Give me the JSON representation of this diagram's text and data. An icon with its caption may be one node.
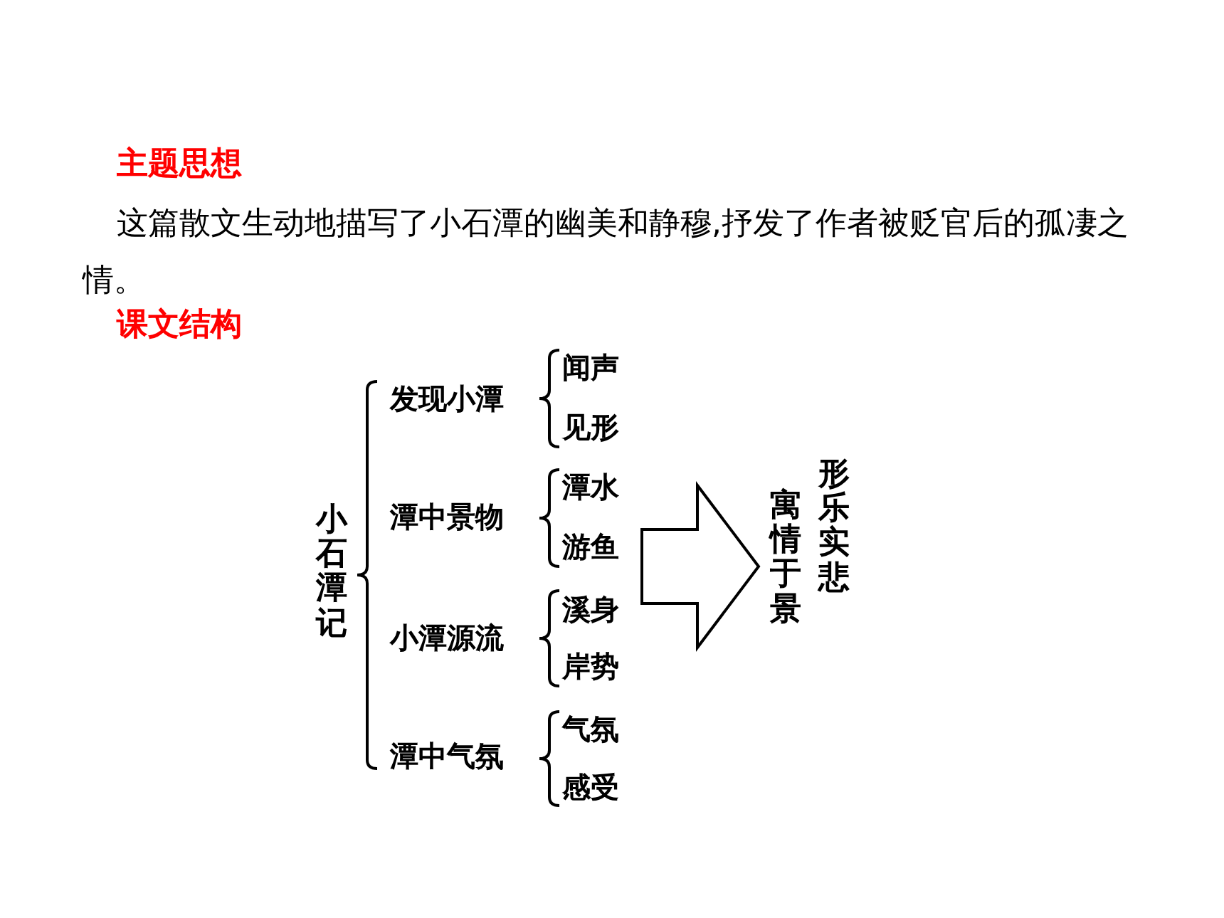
{
  "diagram": {
    "nodes": [
      {
        "text": [
          "小石潭记"
        ]
      },
      {
        "text": [
          "发现小潭"
        ]
      },
      {
        "text": [
          "潭中景物"
        ]
      },
      {
        "text": [
          "小潭源流"
        ]
      },
      {
        "text": [
          "潭中气氛"
        ]
      },
      {
        "text": [
          "闻声"
        ]
      },
      {
        "text": [
          "见形"
        ]
      },
      {
        "text": [
          "潭水"
        ]
      },
      {
        "text": [
          "游鱼"
        ]
      },
      {
        "text": [
          "溪身"
        ]
      },
      {
        "text": [
          "岸势"
        ]
      },
      {
        "text": [
          "气氛"
        ]
      },
      {
        "text": [
          "感受"
        ]
      },
      {
        "text": [
          "寓情于景"
        ]
      },
      {
        "text": [
          "形乐实悲"
        ]
      }
    ],
    "edges": [
      {
        "from": null,
        "to": 13,
        "arrow": "to",
        "style": "thick"
      }
    ],
    "labels": [
      "主题思想",
      "这篇散文生动地描写了小石潭的幽美和静穆,抒发了作者被贬官后的孤凄之情。",
      "课文结构"
    ]
  }
}
